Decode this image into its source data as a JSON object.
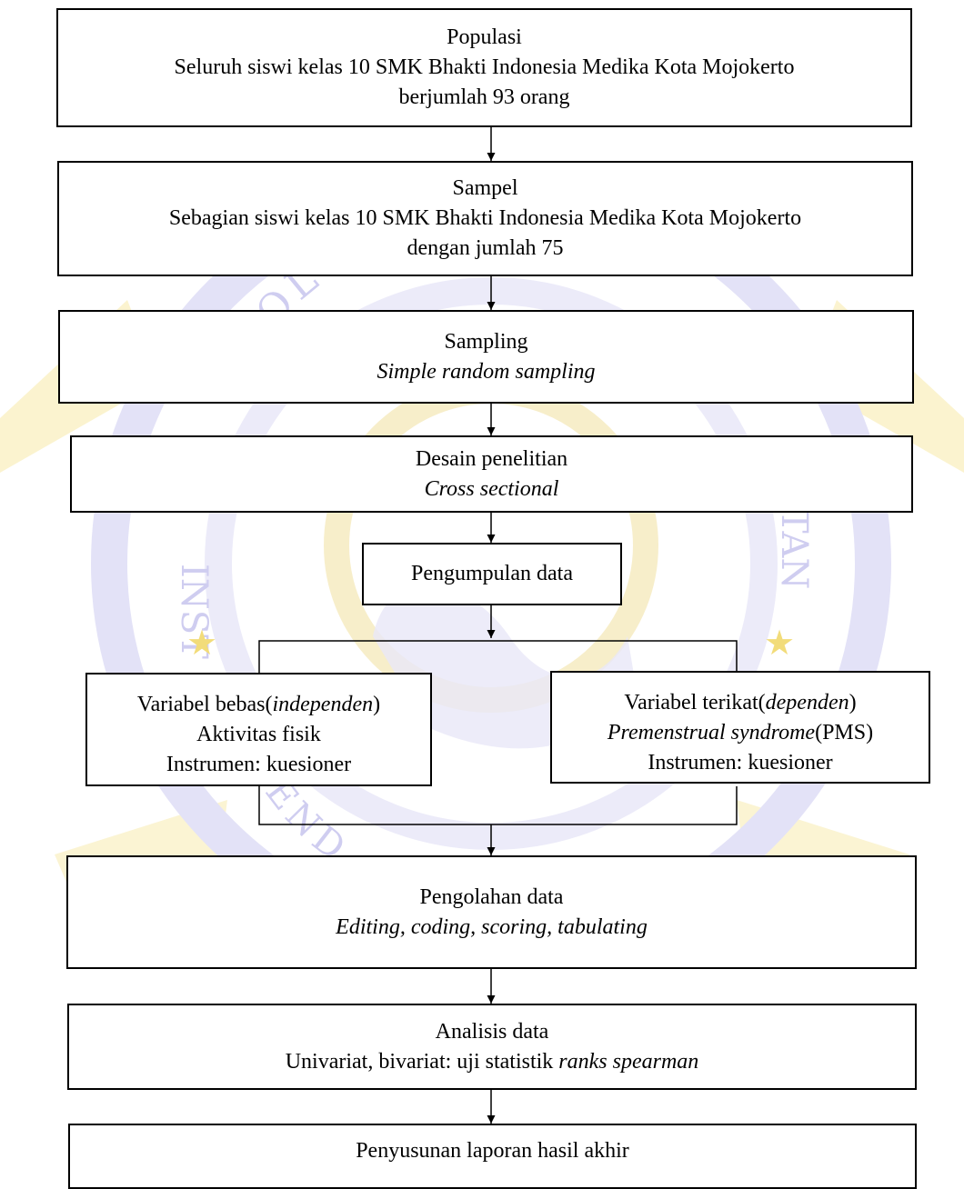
{
  "colors": {
    "line": "#000000",
    "box_fill": "#ffffff",
    "watermark_blue": "#c8c6ee",
    "watermark_gold": "#f7e9a8"
  },
  "watermark": {
    "arc_top": "OLOGI SAINS D",
    "arc_left": "INST",
    "arc_right": "TAN",
    "arc_bottom": "CEND   AJOM"
  },
  "steps": {
    "populasi": {
      "title": "Populasi",
      "line1": "Seluruh siswi kelas 10 SMK Bhakti Indonesia Medika Kota Mojokerto",
      "line2": "berjumlah 93 orang"
    },
    "sampel": {
      "title": "Sampel",
      "line1": "Sebagian siswi kelas 10 SMK Bhakti Indonesia Medika Kota Mojokerto",
      "line2": "dengan jumlah 75"
    },
    "sampling": {
      "title": "Sampling",
      "method": "Simple random sampling"
    },
    "desain": {
      "title": "Desain penelitian",
      "method": "Cross sectional"
    },
    "pengumpulan": {
      "title": "Pengumpulan data"
    },
    "var_bebas": {
      "prefix": "Variabel bebas(",
      "italic": "independen",
      "suffix": ")",
      "line2": "Aktivitas fisik",
      "line3": "Instrumen: kuesioner"
    },
    "var_terikat": {
      "prefix": "Variabel terikat(",
      "italic": "dependen",
      "suffix": ")",
      "line2_italic": "Premenstrual syndrome",
      "line2_suffix": "(PMS)",
      "line3": "Instrumen: kuesioner"
    },
    "pengolahan": {
      "title": "Pengolahan data",
      "method": "Editing, coding, scoring, tabulating"
    },
    "analisis": {
      "title": "Analisis data",
      "prefix": "Univariat, bivariat: uji statistik ",
      "italic": "ranks spearman"
    },
    "penyusunan": {
      "title": "Penyusunan laporan hasil akhir"
    }
  }
}
